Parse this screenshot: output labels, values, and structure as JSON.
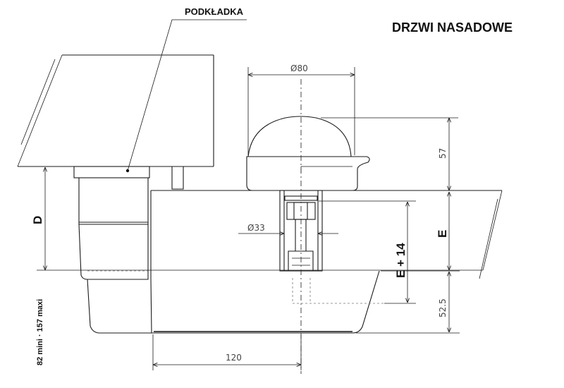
{
  "title": "DRZWI NASADOWE",
  "callout": "PODKŁADKA",
  "dims": {
    "diameter_top": "Ø80",
    "diameter_mid": "Ø33",
    "height_57": "57",
    "height_52_5": "52.5",
    "width_120": "120",
    "label_D": "D",
    "label_E_right": "E",
    "label_E14": "E + 14",
    "range_vertical": "82 mini · 157 maxi"
  }
}
